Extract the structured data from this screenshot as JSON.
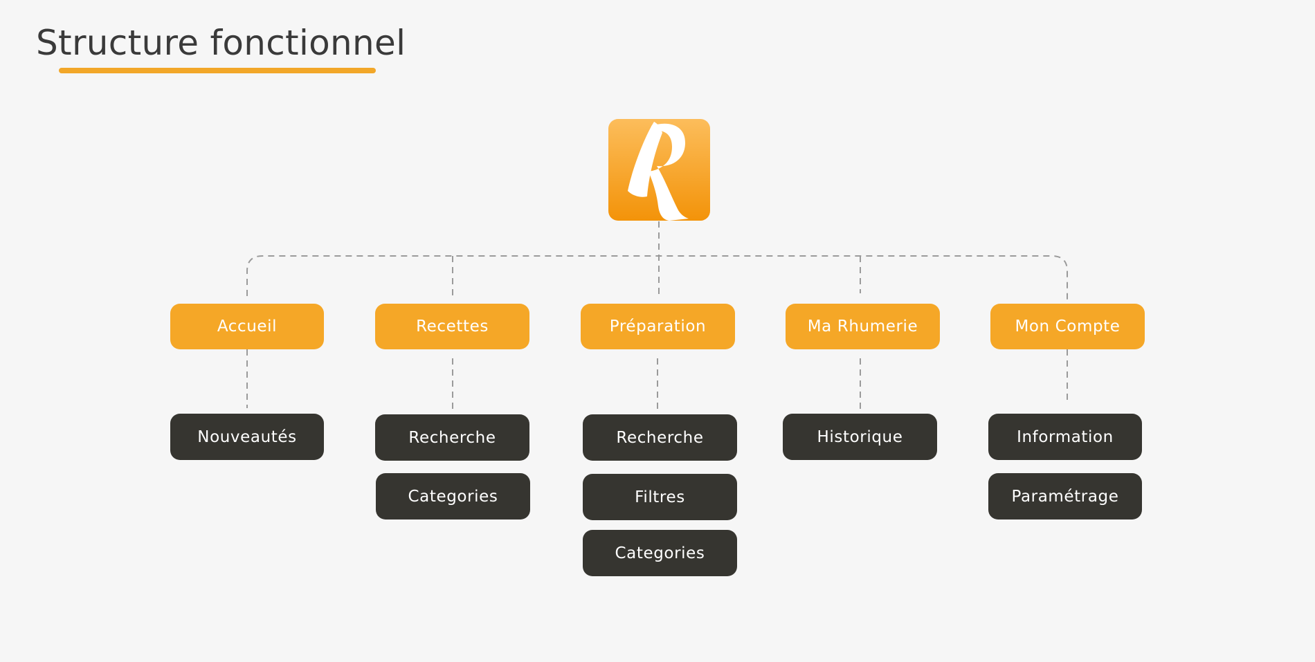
{
  "title": "Structure fonctionnel",
  "colors": {
    "accent": "#f5a727",
    "dark": "#363530",
    "background": "#f6f6f6",
    "connector": "#9a9a9a"
  },
  "logo": {
    "icon": "script-r-logo-icon",
    "letter": "R"
  },
  "sections": [
    {
      "label": "Accueil",
      "children": [
        "Nouveautés"
      ]
    },
    {
      "label": "Recettes",
      "children": [
        "Recherche",
        "Categories"
      ]
    },
    {
      "label": "Préparation",
      "children": [
        "Recherche",
        "Filtres",
        "Categories"
      ]
    },
    {
      "label": "Ma Rhumerie",
      "children": [
        "Historique"
      ]
    },
    {
      "label": "Mon Compte",
      "children": [
        "Information",
        "Paramétrage"
      ]
    }
  ]
}
